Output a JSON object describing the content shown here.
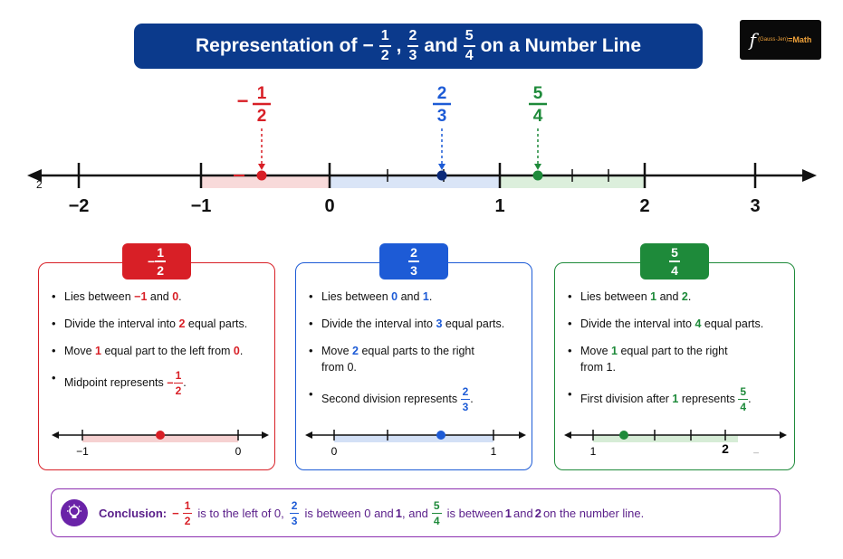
{
  "title": {
    "prefix": "Representation of",
    "f1_neg": "−",
    "f1_num": "1",
    "f1_den": "2",
    "sep": ",",
    "f2_num": "2",
    "f2_den": "3",
    "and": "and",
    "f3_num": "5",
    "f3_den": "4",
    "suffix": "on a Number Line"
  },
  "logo": {
    "f": "f",
    "small": "(Gauss·Jen)",
    "math": "=Math"
  },
  "colors": {
    "red": "#d81f26",
    "blue": "#1d5bd6",
    "green": "#1e8a3a",
    "navy": "#0b3a8c",
    "purple": "#6a23a8"
  },
  "number_line": {
    "ticks": [
      "−2",
      "−1",
      "0",
      "1",
      "2",
      "3"
    ],
    "stray_label": "2",
    "points": [
      {
        "neg": "−",
        "num": "1",
        "den": "2",
        "value": -0.5
      },
      {
        "neg": "",
        "num": "2",
        "den": "3",
        "value": 0.6667
      },
      {
        "neg": "",
        "num": "5",
        "den": "4",
        "value": 1.25
      }
    ]
  },
  "cards": [
    {
      "tab": {
        "neg": "−",
        "num": "1",
        "den": "2"
      },
      "b1": {
        "pre": "Lies between ",
        "a": "−1",
        "mid": " and ",
        "b": "0",
        "post": "."
      },
      "b2": {
        "pre": "Divide the interval into ",
        "n": "2",
        "post": " equal parts."
      },
      "b3": {
        "pre": "Move ",
        "n": "1",
        "post": " equal part to the left from ",
        "from": "0",
        "end": "."
      },
      "b4": {
        "pre": "Midpoint represents ",
        "neg": "−",
        "num": "1",
        "den": "2",
        "end": "."
      },
      "mini": {
        "left": "−1",
        "right": "0"
      }
    },
    {
      "tab": {
        "num": "2",
        "den": "3"
      },
      "b1": {
        "pre": "Lies between ",
        "a": "0",
        "mid": " and ",
        "b": "1",
        "post": "."
      },
      "b2": {
        "pre": "Divide the interval into ",
        "n": "3",
        "post": " equal parts."
      },
      "b3": {
        "pre": "Move ",
        "n": "2",
        "post": " equal parts to the right",
        "line2": "from 0."
      },
      "b4": {
        "pre": "Second division represents ",
        "num": "2",
        "den": "3",
        "end": "."
      },
      "mini": {
        "left": "0",
        "right": "1"
      }
    },
    {
      "tab": {
        "num": "5",
        "den": "4"
      },
      "b1": {
        "pre": "Lies between ",
        "a": "1",
        "mid": " and ",
        "b": "2",
        "post": "."
      },
      "b2": {
        "pre": "Divide the interval into ",
        "n": "4",
        "post": " equal parts."
      },
      "b3": {
        "pre": "Move ",
        "n": "1",
        "post": " equal part to the right",
        "line2": "from ",
        "line2b": "1",
        "line2end": "."
      },
      "b4": {
        "pre": "First division after ",
        "n": "1",
        "mid": " represents ",
        "num": "5",
        "den": "4",
        "end": "."
      },
      "mini": {
        "left": "1",
        "right": "2",
        "extra": "_"
      }
    }
  ],
  "conclusion": {
    "label": "Conclusion:",
    "f1_neg": "−",
    "f1_num": "1",
    "f1_den": "2",
    "t1": "is to the left of 0,",
    "f2_num": "2",
    "f2_den": "3",
    "t2": "is between 0 and",
    "t2b": "1",
    "t2c": ", and",
    "f3_num": "5",
    "f3_den": "4",
    "t3": "is between",
    "t3a": "1",
    "t3b": "and",
    "t3c": "2",
    "t3d": "on the number line."
  }
}
